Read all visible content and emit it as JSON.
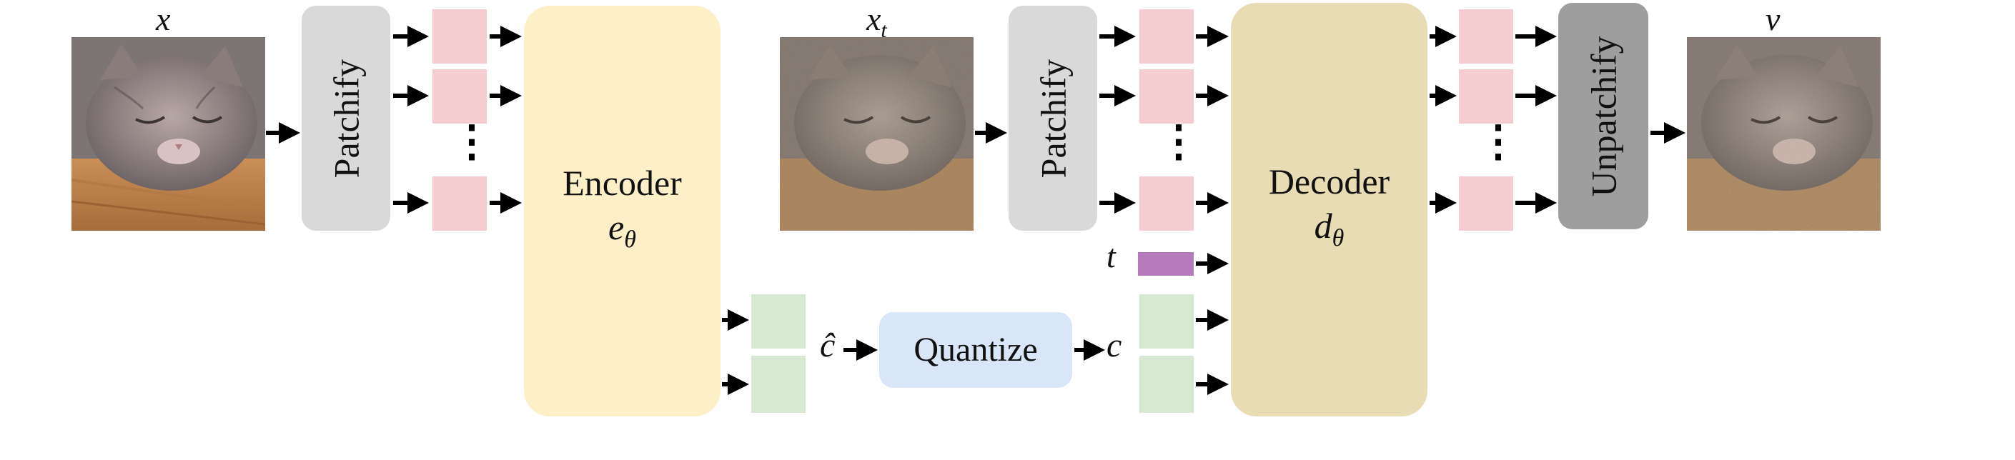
{
  "colors": {
    "patchify_bg": "#d9d9d9",
    "unpatchify_bg": "#9e9e9e",
    "encoder_bg": "#fdf0c9",
    "decoder_bg": "#e8dcb4",
    "quantize_bg": "#d9e6f8",
    "image_token": "#f4cdd0",
    "latent_token": "#d8e9d3",
    "time_token": "#b57ab9",
    "arrow": "#000000"
  },
  "inputs": {
    "x_label": "x",
    "xt_label": "x",
    "xt_subscript": "t",
    "v_label": "v"
  },
  "blocks": {
    "patchify_1": "Patchify",
    "patchify_2": "Patchify",
    "unpatchify": "Unpatchify",
    "encoder_title": "Encoder",
    "encoder_symbol": "e",
    "encoder_subscript": "θ",
    "decoder_title": "Decoder",
    "decoder_symbol": "d",
    "decoder_subscript": "θ",
    "quantize": "Quantize"
  },
  "symbols": {
    "c_hat": "ĉ",
    "c": "c",
    "t": "t",
    "ellipsis": "⋮"
  },
  "images": {
    "x_icon": "sleeping-cat-photo",
    "xt_icon": "noisy-sleeping-cat-photo",
    "v_icon": "noisy-sleeping-cat-photo"
  }
}
